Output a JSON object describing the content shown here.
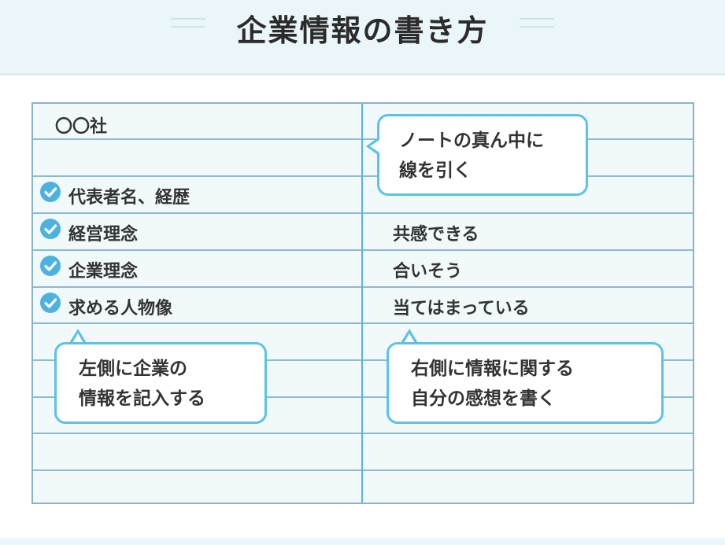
{
  "title": "企業情報の書き方",
  "left_column": {
    "company": "〇〇社",
    "items": [
      "代表者名、経歴",
      "経営理念",
      "企業理念",
      "求める人物像"
    ]
  },
  "right_column": {
    "items": [
      "共感できる",
      "合いそう",
      "当てはまっている"
    ]
  },
  "callouts": {
    "center": [
      "ノートの真ん中に",
      "線を引く"
    ],
    "left": [
      "左側に企業の",
      "情報を記入する"
    ],
    "right": [
      "右側に情報に関する",
      "自分の感想を書く"
    ]
  },
  "icons": {
    "item_marker": "check-circle-icon"
  },
  "colors": {
    "header_bg": "#eaf6f9",
    "notebook_bg": "#f1f9fb",
    "rule_line": "#8cbccc",
    "accent": "#5bc4e5",
    "check": "#4eb2df"
  }
}
